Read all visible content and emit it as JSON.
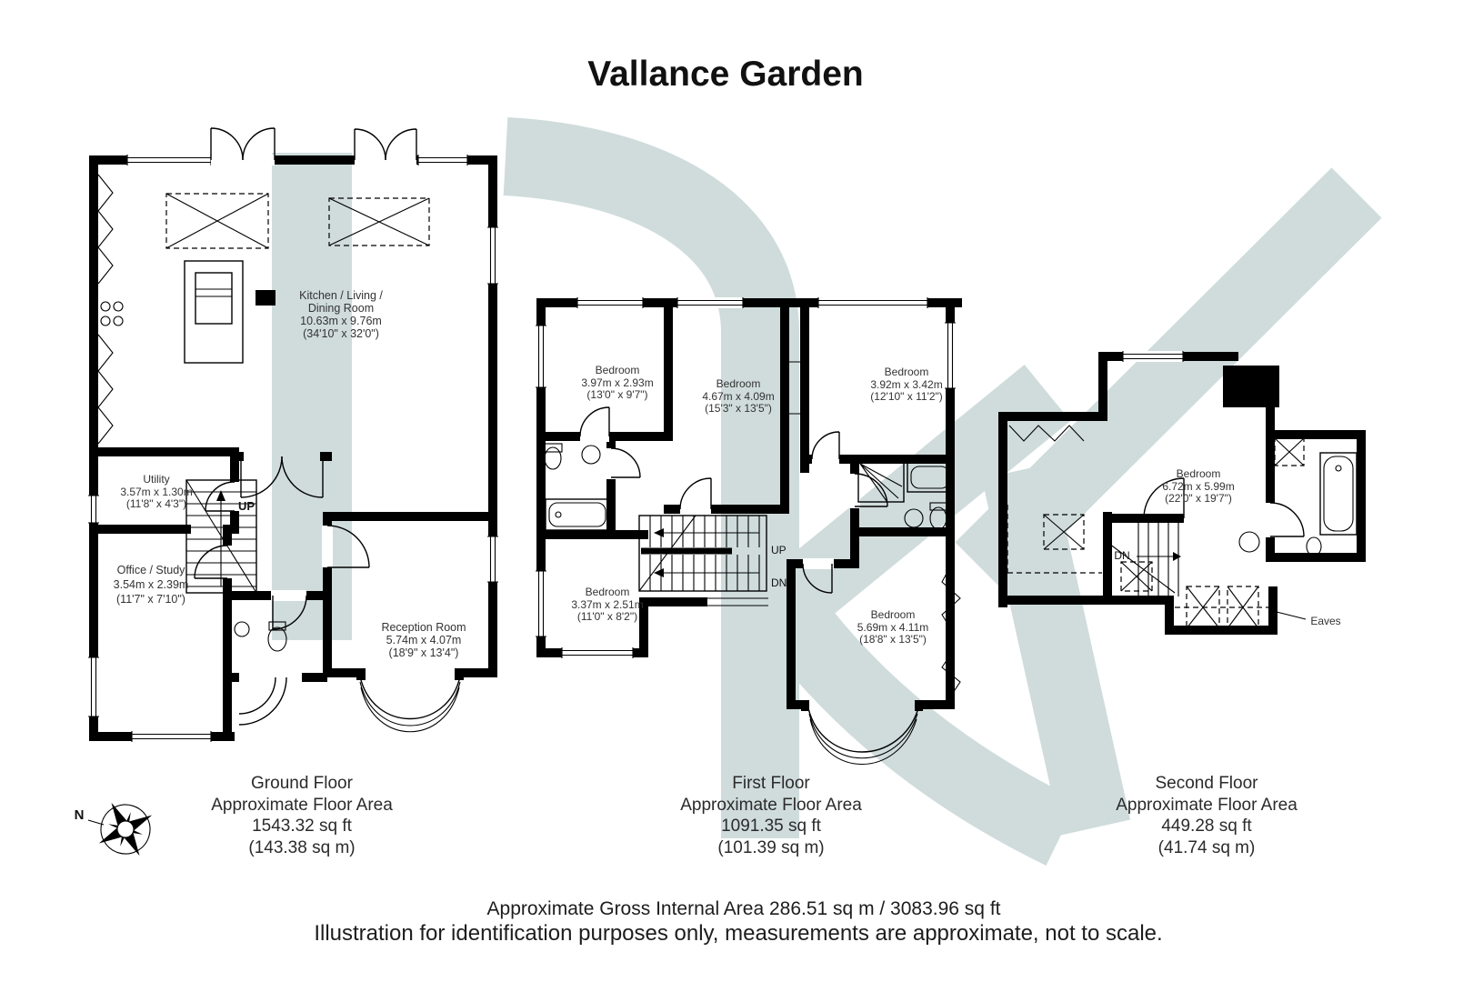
{
  "title": "Vallance Garden",
  "compass": {
    "north": "N"
  },
  "colors": {
    "watermark": "#cfdcdb",
    "wall": "#000000"
  },
  "floors": [
    {
      "name": "Ground Floor",
      "area_line": "Approximate Floor Area",
      "area_ft": "1543.32 sq ft",
      "area_m": "(143.38 sq m)",
      "rooms": [
        {
          "lines": [
            "Kitchen / Living /",
            "Dining Room",
            "10.63m x 9.76m",
            "(34'10\" x 32'0\")"
          ]
        },
        {
          "lines": [
            "Utility",
            "3.57m x 1.30m",
            "(11'8\" x 4'3\")"
          ]
        },
        {
          "lines": [
            "Office / Study",
            "3.54m x 2.39m",
            "(11'7\" x 7'10\")"
          ]
        },
        {
          "lines": [
            "Reception Room",
            "5.74m x 4.07m",
            "(18'9\" x 13'4\")"
          ]
        }
      ],
      "stairs": {
        "up": "UP"
      }
    },
    {
      "name": "First Floor",
      "area_line": "Approximate Floor Area",
      "area_ft": "1091.35 sq ft",
      "area_m": "(101.39 sq m)",
      "rooms": [
        {
          "lines": [
            "Bedroom",
            "3.97m x 2.93m",
            "(13'0\" x 9'7\")"
          ]
        },
        {
          "lines": [
            "Bedroom",
            "4.67m x 4.09m",
            "(15'3\" x 13'5\")"
          ]
        },
        {
          "lines": [
            "Bedroom",
            "3.92m x 3.42m",
            "(12'10\" x 11'2\")"
          ]
        },
        {
          "lines": [
            "Bedroom",
            "3.37m x 2.51m",
            "(11'0\" x 8'2\")"
          ]
        },
        {
          "lines": [
            "Bedroom",
            "5.69m x 4.11m",
            "(18'8\" x 13'5\")"
          ]
        }
      ],
      "stairs": {
        "up": "UP",
        "down": "DN"
      }
    },
    {
      "name": "Second Floor",
      "area_line": "Approximate Floor Area",
      "area_ft": "449.28 sq ft",
      "area_m": "(41.74 sq m)",
      "rooms": [
        {
          "lines": [
            "Bedroom",
            "6.72m x 5.99m",
            "(22'0\" x 19'7\")"
          ]
        }
      ],
      "stairs": {
        "down": "DN"
      },
      "eaves": "Eaves"
    }
  ],
  "footer": {
    "gross": "Approximate Gross Internal Area 286.51 sq m / 3083.96 sq ft",
    "disclaimer": "Illustration for identification purposes only, measurements are approximate, not to scale."
  }
}
